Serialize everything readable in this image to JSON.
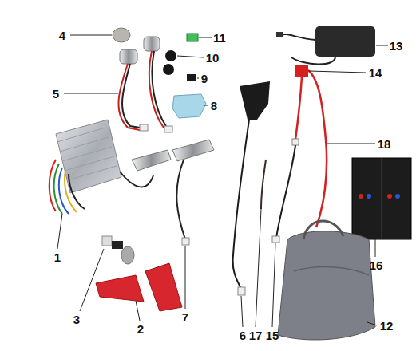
{
  "diagram": {
    "labels": [
      "4",
      "11",
      "13",
      "10",
      "5",
      "9",
      "8",
      "14",
      "18",
      "1",
      "16",
      "3",
      "2",
      "7",
      "6",
      "17",
      "15",
      "12"
    ]
  }
}
